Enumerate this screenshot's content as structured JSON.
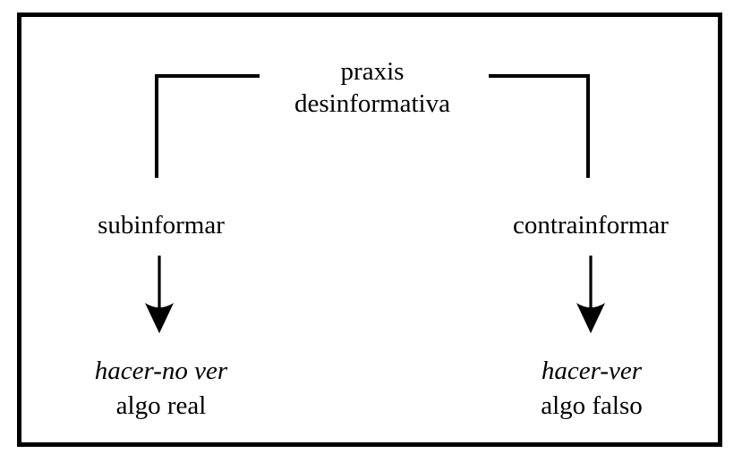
{
  "diagram": {
    "root": {
      "line1": "praxis",
      "line2": "desinformativa"
    },
    "left_branch": {
      "label": "subinformar",
      "outcome_line1": "hacer-no ver",
      "outcome_line2": "algo real"
    },
    "right_branch": {
      "label": "contrainformar",
      "outcome_line1": "hacer-ver",
      "outcome_line2": "algo falso"
    },
    "colors": {
      "background": "#ffffff",
      "line": "#000000",
      "text": "#000000",
      "frame_border": "#000000"
    }
  }
}
